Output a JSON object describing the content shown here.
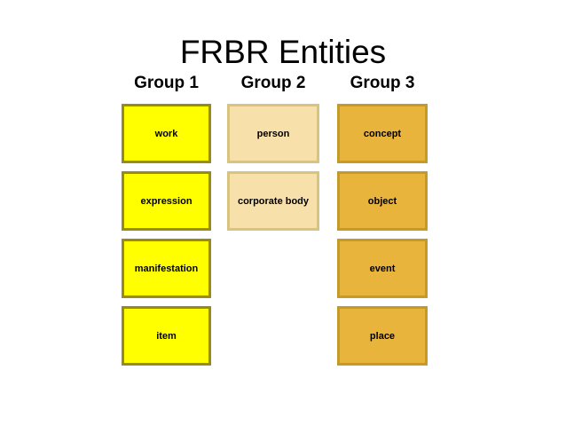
{
  "diagram": {
    "title": "FRBR Entities",
    "background_color": "#ffffff",
    "text_color": "#000000",
    "groups": [
      {
        "header": "Group 1",
        "fill_color": "#ffff00",
        "border_color": "#9a8a18",
        "entities": [
          {
            "label": "work"
          },
          {
            "label": "expression"
          },
          {
            "label": "manifestation"
          },
          {
            "label": "item"
          }
        ]
      },
      {
        "header": "Group 2",
        "fill_color": "#f8e0ab",
        "border_color": "#d8c47e",
        "entities": [
          {
            "label": "person"
          },
          {
            "label": "corporate body"
          }
        ]
      },
      {
        "header": "Group 3",
        "fill_color": "#e8b43c",
        "border_color": "#c49a28",
        "entities": [
          {
            "label": "concept"
          },
          {
            "label": "object"
          },
          {
            "label": "event"
          },
          {
            "label": "place"
          }
        ]
      }
    ]
  }
}
